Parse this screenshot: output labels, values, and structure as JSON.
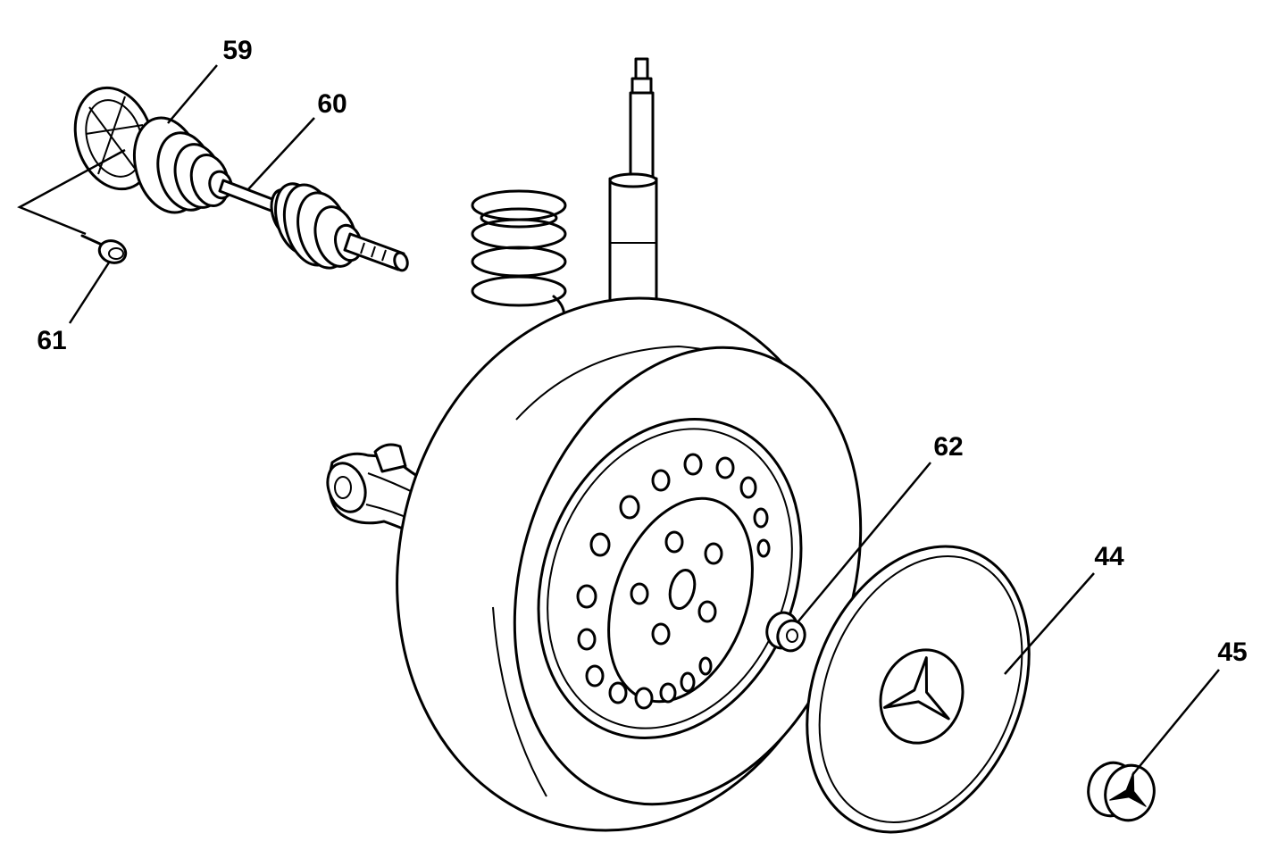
{
  "callouts": [
    {
      "label": "59"
    },
    {
      "label": "60"
    },
    {
      "label": "61"
    },
    {
      "label": "62"
    },
    {
      "label": "44"
    },
    {
      "label": "45"
    }
  ],
  "colors": {
    "line": "#000000",
    "background": "#ffffff"
  }
}
